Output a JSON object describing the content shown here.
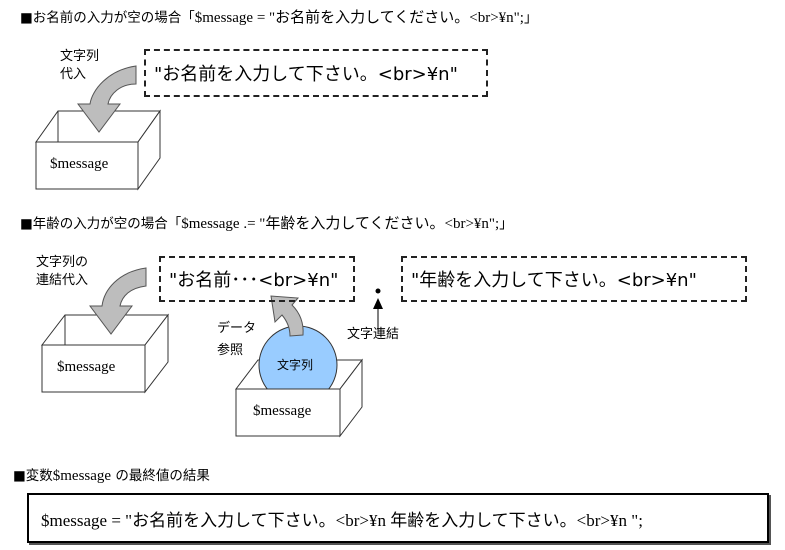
{
  "section1": {
    "heading_prefix": "■お名前の入力が空の場合「",
    "heading_code": "$message = \"お名前を入力してください。<br>¥n\";",
    "heading_suffix": "」",
    "arrow_label_line1": "文字列",
    "arrow_label_line2": "代入",
    "string_value": "\"お名前を入力して下さい。<br>¥n\"",
    "box_label": "$message"
  },
  "section2": {
    "heading_prefix": "■年齢の入力が空の場合「",
    "heading_code": "$message .= \"年齢を入力してください。<br>¥n\";",
    "heading_suffix": "」",
    "arrow_label_line1": "文字列の",
    "arrow_label_line2": "連結代入",
    "existing_value": "\"お名前･･･<br>¥n\"",
    "new_value": "\"年齢を入力して下さい。<br>¥n\"",
    "concat_operator": "・",
    "concat_label": "文字連結",
    "ref_label_line1": "データ",
    "ref_label_line2": "参照",
    "ball_label": "文字列",
    "ball_color": "#99ccff",
    "target_box_label": "$message",
    "source_box_label": "$message"
  },
  "section3": {
    "heading_prefix": "■変数",
    "heading_code": "$message",
    "heading_suffix": " の最終値の結果",
    "result_text": "$message = \"お名前を入力して下さい。<br>¥n 年齢を入力して下さい。<br>¥n \";"
  }
}
